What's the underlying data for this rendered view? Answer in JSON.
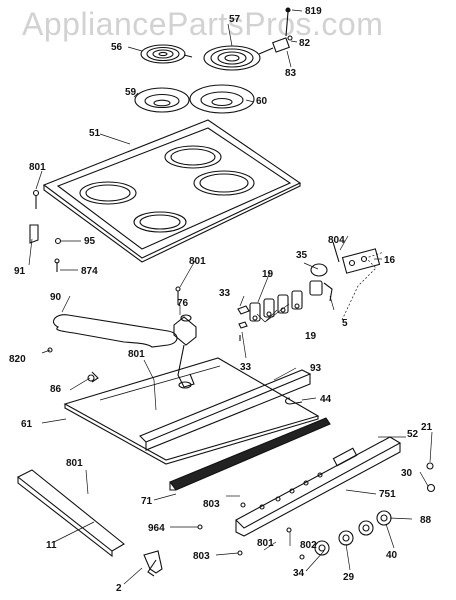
{
  "watermark": "AppliancePartsPros.com",
  "callouts": {
    "p56": "56",
    "p57": "57",
    "p819": "819",
    "p82": "82",
    "p83": "83",
    "p59": "59",
    "p60": "60",
    "p51": "51",
    "p801a": "801",
    "p95": "95",
    "p91": "91",
    "p874": "874",
    "p801b": "801",
    "p804": "804",
    "p16": "16",
    "p19a": "19",
    "p35": "35",
    "p33a": "33",
    "p76": "76",
    "p5": "5",
    "p19b": "19",
    "p33b": "33",
    "p90": "90",
    "p820": "820",
    "p801c": "801",
    "p93": "93",
    "p86": "86",
    "p44": "44",
    "p61": "61",
    "p52": "52",
    "p21": "21",
    "p30": "30",
    "p801d": "801",
    "p751": "751",
    "p71": "71",
    "p803a": "803",
    "p88": "88",
    "p964": "964",
    "p802": "802",
    "p11": "11",
    "p801e": "801",
    "p40": "40",
    "p803b": "803",
    "p34": "34",
    "p29": "29",
    "p2": "2"
  }
}
